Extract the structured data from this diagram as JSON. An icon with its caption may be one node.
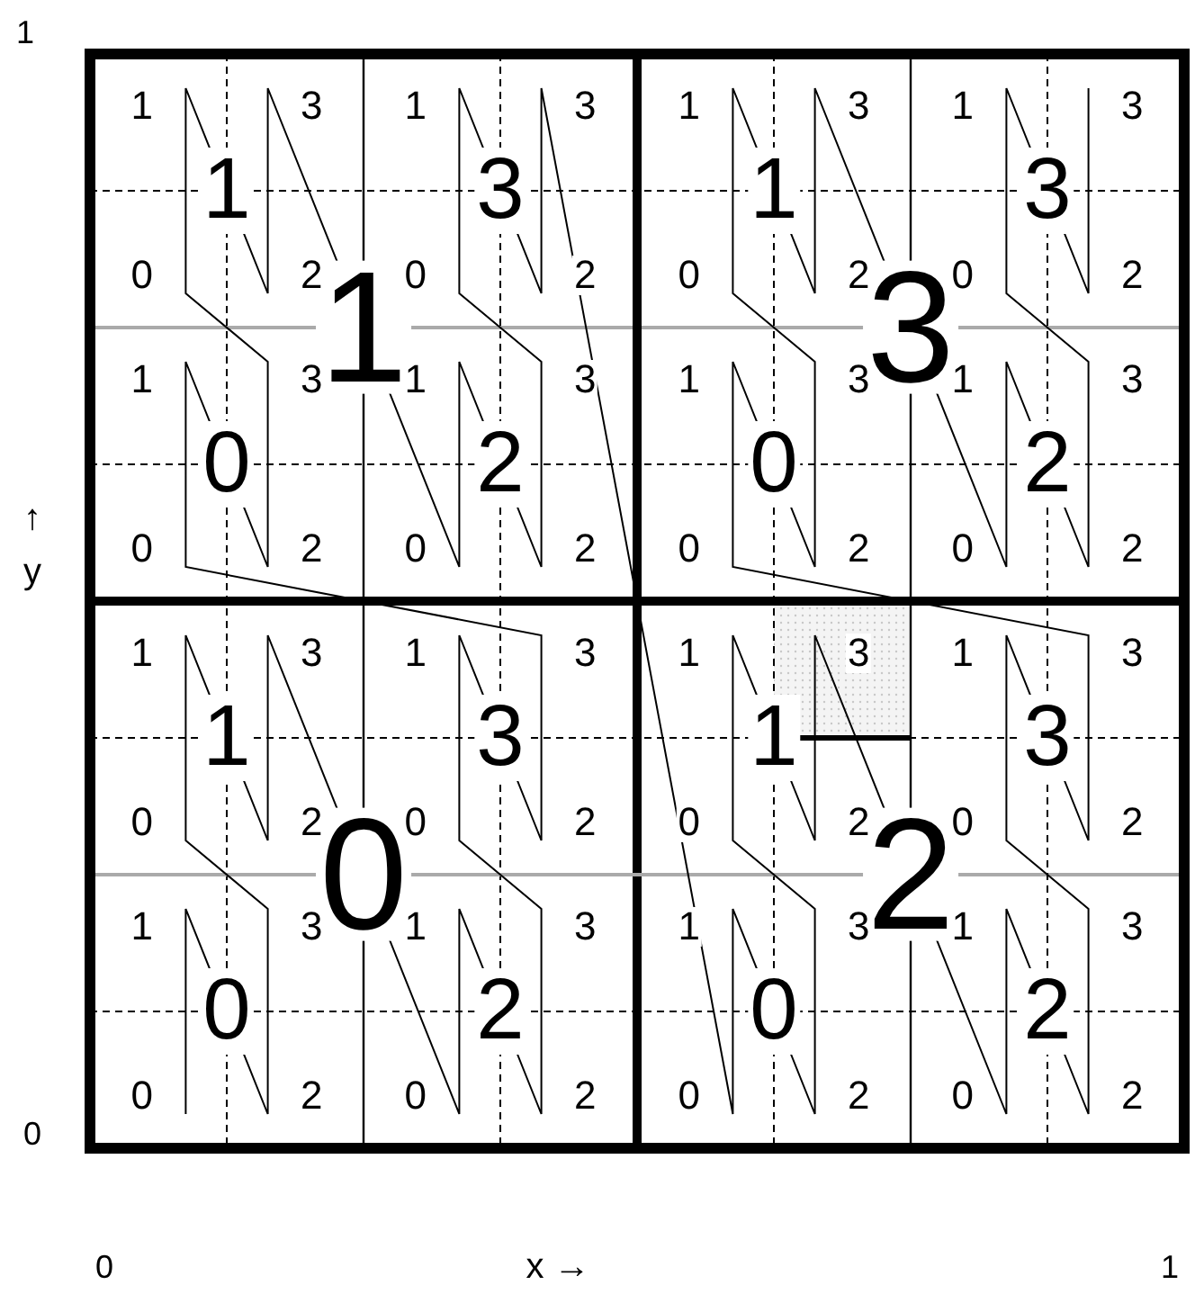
{
  "diagram": {
    "labels": [
      "1",
      "1",
      "1",
      "1",
      "3",
      "0",
      "2",
      "3",
      "1",
      "3",
      "0",
      "2",
      "0",
      "1",
      "3",
      "0",
      "2",
      "2",
      "1",
      "3",
      "0",
      "2",
      "3",
      "1",
      "1",
      "3",
      "0",
      "2",
      "3",
      "1",
      "3",
      "0",
      "2",
      "0",
      "1",
      "3",
      "0",
      "2",
      "2",
      "1",
      "3",
      "0",
      "2",
      "0",
      "1",
      "1",
      "3",
      "0",
      "2",
      "3",
      "1",
      "3",
      "0",
      "2",
      "0",
      "1",
      "3",
      "0",
      "2",
      "2",
      "1",
      "3",
      "0",
      "2",
      "2",
      "1",
      "1",
      "3",
      "0",
      "2",
      "3",
      "1",
      "3",
      "0",
      "2",
      "0",
      "1",
      "3",
      "0",
      "2",
      "2",
      "1",
      "3",
      "0",
      "2",
      "↑",
      "y",
      "0",
      "0",
      "x →",
      "1"
    ]
  }
}
